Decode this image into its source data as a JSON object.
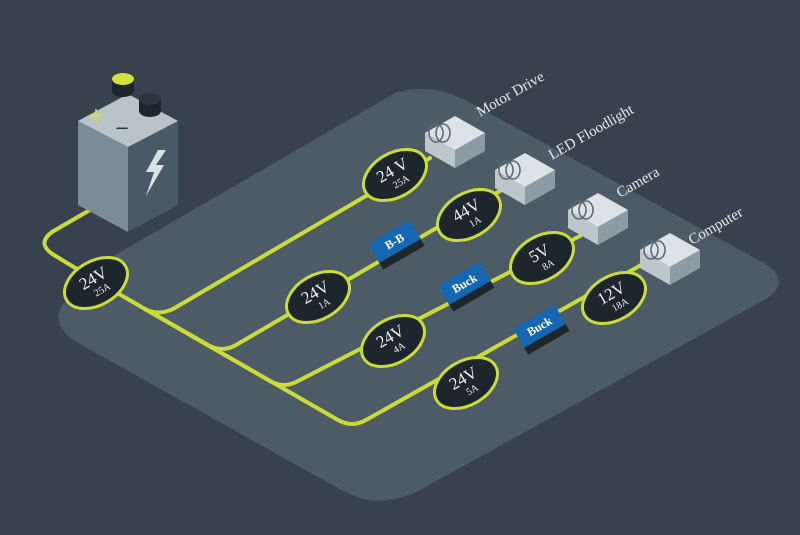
{
  "colors": {
    "background": "#38424e",
    "platform": "#4d5b67",
    "wire": "#c9dc3a",
    "node_fill": "#1d252d",
    "converter_fill": "#1467b0",
    "device_fill": "#c8d2d6"
  },
  "battery": {
    "plus_sign": "+",
    "minus_sign": "−",
    "icon": "lightning-bolt-icon"
  },
  "source_node": {
    "voltage": "24V",
    "current": "25A"
  },
  "branches": [
    {
      "device": "Motor Drive",
      "nodes": [
        {
          "voltage": "24 V",
          "current": "25A"
        }
      ],
      "converter": null
    },
    {
      "device": "LED Floodlight",
      "nodes": [
        {
          "voltage": "24V",
          "current": "1A"
        },
        {
          "voltage": "44V",
          "current": "1A"
        }
      ],
      "converter": "B-B"
    },
    {
      "device": "Camera",
      "nodes": [
        {
          "voltage": "24V",
          "current": "4A"
        },
        {
          "voltage": "5V",
          "current": "8A"
        }
      ],
      "converter": "Buck"
    },
    {
      "device": "Computer",
      "nodes": [
        {
          "voltage": "24V",
          "current": "5A"
        },
        {
          "voltage": "12V",
          "current": "18A"
        }
      ],
      "converter": "Buck"
    }
  ]
}
